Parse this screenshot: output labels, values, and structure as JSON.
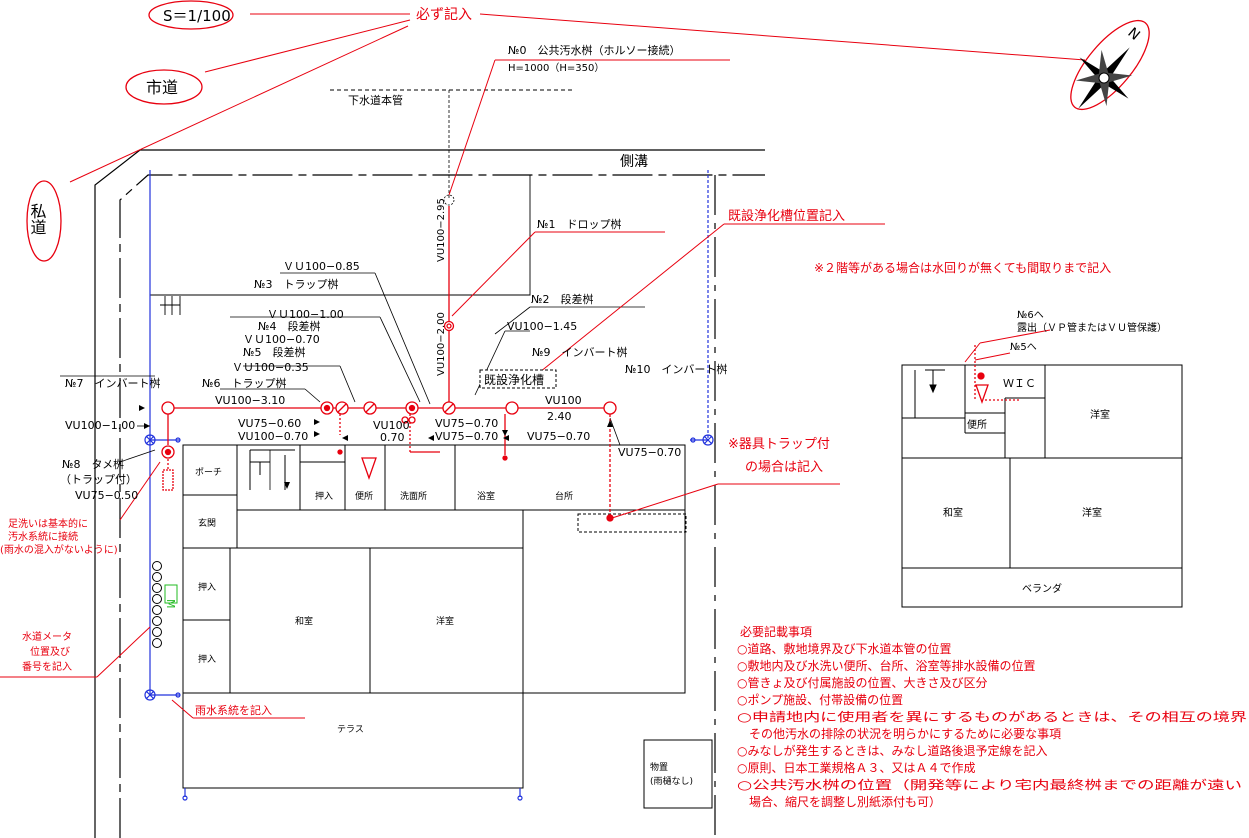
{
  "scale": {
    "label": "S＝1/100"
  },
  "must_label": "必ず記入",
  "north": {
    "letter": "N"
  },
  "roads": {
    "city_road": "市道",
    "private_road": "私道",
    "side_ditch": "側溝"
  },
  "sewer": {
    "main_pipe": "下水道本管",
    "public_box": "№0　公共汚水桝（ホルソー接続）",
    "public_box_depth": "H=1000（H=350）"
  },
  "pipes": {
    "vertical_upper": "VU100−2.95",
    "vertical_lower": "VU100−2.00",
    "p1": "ＶＵ100−0.85",
    "p2": "ＶＵ100−1.00",
    "p3": "ＶＵ100−0.70",
    "p4": "ＶＵ100−0.35",
    "p5": "VU100−1.45",
    "main_left": "VU100−3.10",
    "main_right_a": "VU100",
    "main_right_b": "2.40",
    "v1": "VU75−0.60",
    "v2": "VU100−0.70",
    "v3": "VU100",
    "v4": "0.70",
    "v5": "VU75−0.70",
    "v6": "VU75−0.70",
    "v7": "VU75−0.70",
    "v8": "VU75−0.70",
    "left_main": "VU100−1.00",
    "v_small": "VU75−0.50"
  },
  "boxes": {
    "n1": "№1　ドロップ桝",
    "n2": "№2　段差桝",
    "n3": "№3　トラップ桝",
    "n4": "№4　段差桝",
    "n5": "№5　段差桝",
    "n6": "№6　トラップ桝",
    "n7": "№7　インバート桝",
    "n8": "№8　タメ桝",
    "n8b": "（トラップ付）",
    "n9": "№9　インバート桝",
    "n10": "№10　インバート桝"
  },
  "septic": {
    "label": "既設浄化槽",
    "note": "既設浄化槽位置記入"
  },
  "notes": {
    "second_floor": "※２階等がある場合は水回りが無くても間取りまで記入",
    "fixture_trap_1": "※器具トラップ付",
    "fixture_trap_2": "の場合は記入",
    "foot_wash_1": "足洗いは基本的に",
    "foot_wash_2": "汚水系統に接続",
    "foot_wash_3": "(雨水の混入がないように)",
    "water_meter_1": "水道メータ",
    "water_meter_2": "位置及び",
    "water_meter_3": "番号を記入",
    "rainwater": "雨水系統を記入",
    "to_n6": "№6へ",
    "exposed": "露出（ＶＰ管またはＶＵ管保護）",
    "to_n5": "№5へ"
  },
  "rooms": {
    "porch": "ポーチ",
    "entrance": "玄関",
    "closet1": "押入",
    "toilet": "便所",
    "washroom": "洗面所",
    "bath": "浴室",
    "kitchen": "台所",
    "closet2": "押入",
    "closet3": "押入",
    "washitsu": "和室",
    "youshitsu": "洋室",
    "terrace": "テラス",
    "storage_1": "物置",
    "storage_2": "(雨樋なし)",
    "meter": "M"
  },
  "second_floor_plan": {
    "wic": "ＷＩＣ",
    "toilet": "便所",
    "youshitsu_a": "洋室",
    "washitsu": "和室",
    "youshitsu_b": "洋室",
    "veranda": "ベランダ"
  },
  "requirements": {
    "title": "必要記載事項",
    "items": [
      "○道路、敷地境界及び下水道本管の位置",
      "○敷地内及び水洗い便所、台所、浴室等排水設備の位置",
      "○管きょ及び付属施設の位置、大きさ及び区分",
      "○ポンプ施設、付帯設備の位置",
      "○申請地内に使用者を異にするものがあるときは、その相互の境界",
      "　その他汚水の排除の状況を明らかにするために必要な事項",
      "○みなしが発生するときは、みなし道路後退予定線を記入",
      "○原則、日本工業規格Ａ３、又はＡ４で作成",
      "○公共汚水桝の位置（開発等により宅内最終桝までの距離が遠い",
      "　場合、縮尺を調整し別紙添付も可）"
    ]
  },
  "colors": {
    "red": "#e8000f",
    "blue": "#2233dd",
    "green": "#22bb22",
    "black": "#000000"
  }
}
